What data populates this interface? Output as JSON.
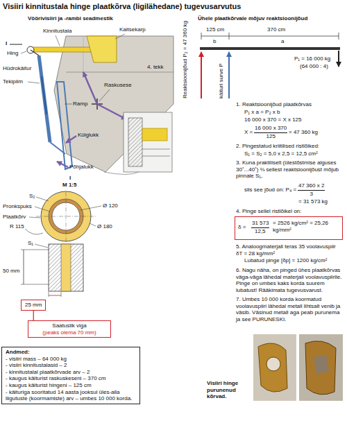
{
  "diagram": {
    "title": "Visiiri kinnitustala hinge plaatkõrva (ligilähedane) tugevusarvutus",
    "nodes": [
      {
        "text": [
          "δ =",
          "31 573",
          "12,5",
          "= 2526 kg/cm² = 25,26 kg/mm²"
        ]
      },
      {
        "text": [
          "25 mm"
        ]
      },
      {
        "text": [
          "Saatuslik viga",
          "(peaks olema 70 mm)"
        ]
      },
      {
        "text": [
          "Andmed:",
          "- visiiri mass – 64 000 kg",
          "- visiiri kinnitustalasid – 2",
          "- kinnitustalal plaatkõrvade arv – 2",
          "- kaugus käiturist raskuskeseni – 370 cm",
          "- kaugus käiturist hingeni – 125 cm",
          "- käituriga sooritatud 14 aasta jooksul üles-alla liigutuste (koormamiste) arv – umbes 10 000 korda."
        ]
      }
    ],
    "edges": [
      {
        "from": 1,
        "to": 2,
        "arrow": "none"
      }
    ],
    "labels": [
      "Vöörivisiiri ja -rambi seadmestik",
      "Kinnitustala",
      "Kaitsekarp",
      "I",
      "Hing",
      "4. tekk",
      "Hüdrokäitur",
      "Raskusese",
      "Tekipiim",
      "Ramp",
      "Külglukk",
      "Põhjalukk",
      "I",
      "M 1:5",
      "S₂",
      "Pronkspuks",
      "Plaatkõrv",
      "R 115",
      "Ø 120",
      "Ø 180",
      "S₁",
      "50 mm",
      "Ühele plaatkõrvale mõjuv reaktsioonijõud",
      "125 cm",
      "370 cm",
      "b",
      "a",
      "Reaktsioonijõud P₂ = 47 360 kg",
      "käituri surve P",
      "P₁ = 16 000 kg",
      "(64 000 : 4)",
      "1. Reaktsioonijõud plaatkõrvas",
      "P₁ x a = P₂ x b",
      "16 000 x 370 = X x 125",
      "X =",
      "16 000 x 370",
      "125",
      "= 47 360 kg",
      "2. Pingestatud kriitilised ristlõiked:",
      "S₁ = S₂ = 5,0 x 2,5 = 12,5 cm²",
      "3. Kuna praktiliselt (ülestõstmise alguses 30˚...40˚) ⅔ sellest reaktsioonijõust mõjub pinnale S₁,",
      "siis see jõud on: P₄ =",
      "47 360 x 2",
      "3",
      "= 31 573 kg",
      "4. Pinge sellel ristlõikel on:",
      "5. Analoogmaterjali teras 35 voolavuspiir δT = 28 kg/mm²",
      "Lubatud pinge [δp] = 1200 kg/cm²",
      "6. Nagu näha, on pinged ühes plaatkõrvas väga-väga lähedal materjali voolavuspiirile. Pinge on umbes kaks korda suurem lubatust! Rääkimata tugevusvarust.",
      "7. Umbes 10 000 korda koormatud voolavuspiiri lähedal metall lihtsalt venib ja väsib. Väsinud metall aga peab purunema ja see PURUNESKI.",
      "Visiiri hinge purunenud kõrvad."
    ]
  }
}
